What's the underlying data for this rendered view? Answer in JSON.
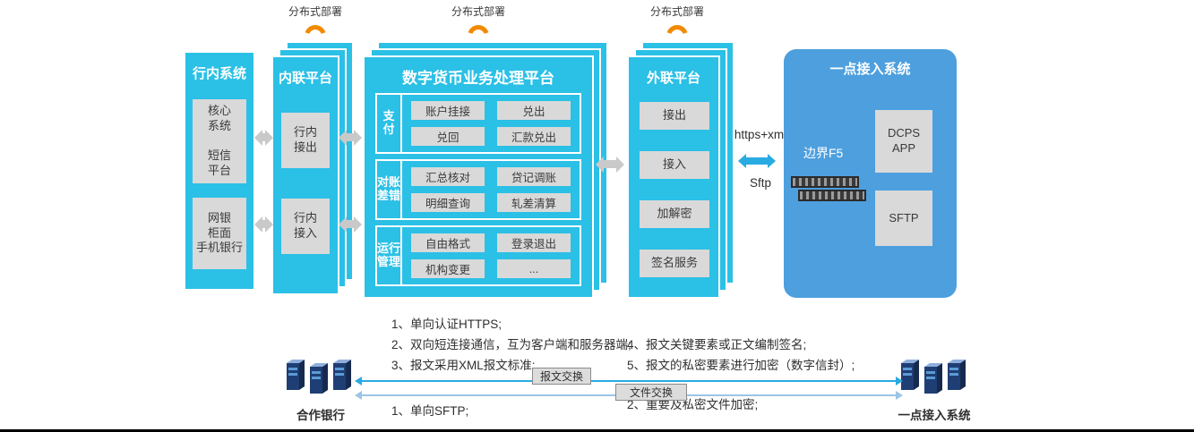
{
  "colors": {
    "cyan": "#2BC0E6",
    "blue": "#4D9FDE",
    "gray": "#D9D9D9",
    "orange": "#F28A00",
    "arrow": "#C9C9C9",
    "line": "#29ABE2",
    "line2": "#9DC3E6",
    "navy": "#1F3E74"
  },
  "deploy": {
    "label": "分布式部署"
  },
  "bank_system": {
    "title": "行内系统",
    "box1": "核心\n系统\n\n短信\n平台",
    "box2": "网银\n柜面\n手机银行"
  },
  "inner_platform": {
    "title": "内联平台",
    "box1": "行内\n接出",
    "box2": "行内\n接入"
  },
  "dc_platform": {
    "title": "数字货币业务处理平台",
    "rows": [
      {
        "label": "支\n付",
        "buttons": [
          "账户挂接",
          "兑出",
          "兑回",
          "汇款兑出"
        ]
      },
      {
        "label": "对账\n差错",
        "buttons": [
          "汇总核对",
          "贷记调账",
          "明细查询",
          "轧差清算"
        ]
      },
      {
        "label": "运行\n管理",
        "buttons": [
          "自由格式",
          "登录退出",
          "机构变更",
          "..."
        ]
      }
    ]
  },
  "outer_platform": {
    "title": "外联平台",
    "boxes": [
      "接出",
      "接入",
      "加解密",
      "签名服务"
    ]
  },
  "link": {
    "top": "https+xml",
    "bottom": "Sftp"
  },
  "access_system": {
    "title": "一点接入系统",
    "f5": "边界F5",
    "box1": "DCPS\nAPP",
    "box2": "SFTP"
  },
  "notes": {
    "left1": "1、单向认证HTTPS;",
    "left2": "2、双向短连接通信，互为客户端和服务器端;",
    "left3": "3、报文采用XML报文标准;",
    "right1": "4、报文关键要素或正文编制签名;",
    "right2": "5、报文的私密要素进行加密（数字信封）;",
    "bottom_left": "1、单向SFTP;",
    "bottom_right": "2、重要及私密文件加密;"
  },
  "exchange": {
    "msg": "报文交换",
    "file": "文件交换"
  },
  "entities": {
    "left": "合作银行",
    "right": "一点接入系统"
  }
}
